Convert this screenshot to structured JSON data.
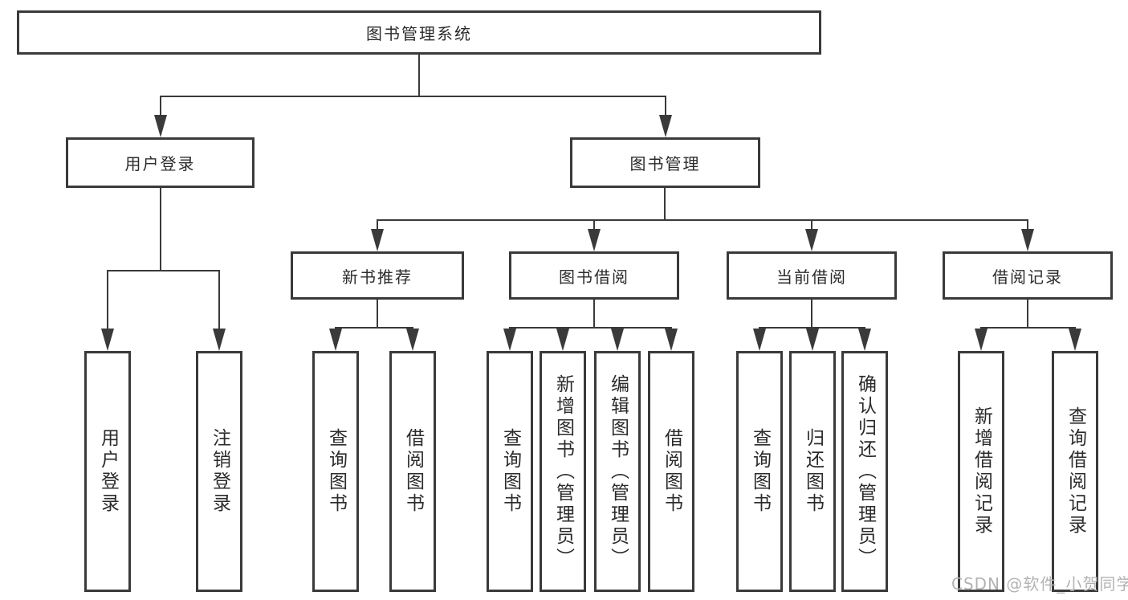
{
  "diagram": {
    "root": "图书管理系统",
    "branches": {
      "user_login": {
        "label": "用户登录",
        "children": {
          "login": "用户登录",
          "logout": "注销登录"
        }
      },
      "book_management": {
        "label": "图书管理",
        "sections": {
          "new_book_recommend": {
            "label": "新书推荐",
            "children": {
              "query_books": "查询图书",
              "borrow_books": "借阅图书"
            }
          },
          "book_borrow": {
            "label": "图书借阅",
            "children": {
              "query_books": "查询图书",
              "add_books_admin": "新增图书（管理员）",
              "edit_books_admin": "编辑图书（管理员）",
              "borrow_books": "借阅图书"
            }
          },
          "current_borrow": {
            "label": "当前借阅",
            "children": {
              "query_books": "查询图书",
              "return_books": "归还图书",
              "confirm_return_admin": "确认归还（管理员）"
            }
          },
          "borrow_records": {
            "label": "借阅记录",
            "children": {
              "add_borrow_record": "新增借阅记录",
              "query_borrow_record": "查询借阅记录"
            }
          }
        }
      }
    },
    "watermark": "CSDN @软件_小贺同学",
    "colors": {
      "line": "#3a3a3a",
      "text": "#2b2b2b",
      "watermark": "#b3b3b3",
      "background": "#ffffff"
    }
  }
}
